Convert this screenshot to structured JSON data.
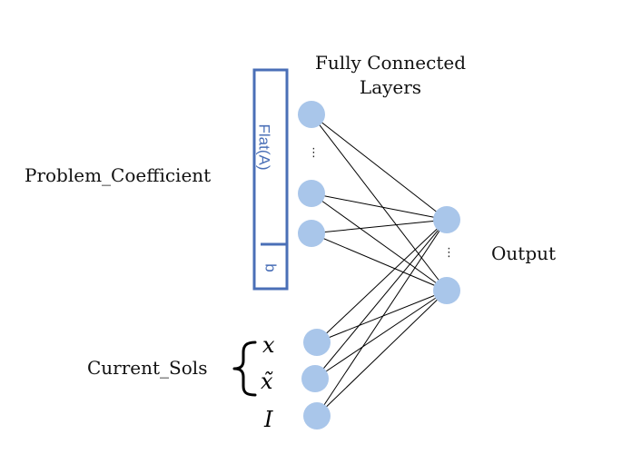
{
  "title_line1": "Fully Connected",
  "title_line2": "Layers",
  "labels": {
    "problem_coefficient": "Problem_Coefficient",
    "current_sols": "Current_Sols",
    "output": "Output",
    "flat_a": "Flat(A)",
    "b": "b"
  },
  "math": {
    "x": "x",
    "x_tilde": "x̃",
    "i": "I"
  },
  "colors": {
    "node": "#a9c6ea",
    "box": "#4a6fb7",
    "text": "#111111"
  }
}
